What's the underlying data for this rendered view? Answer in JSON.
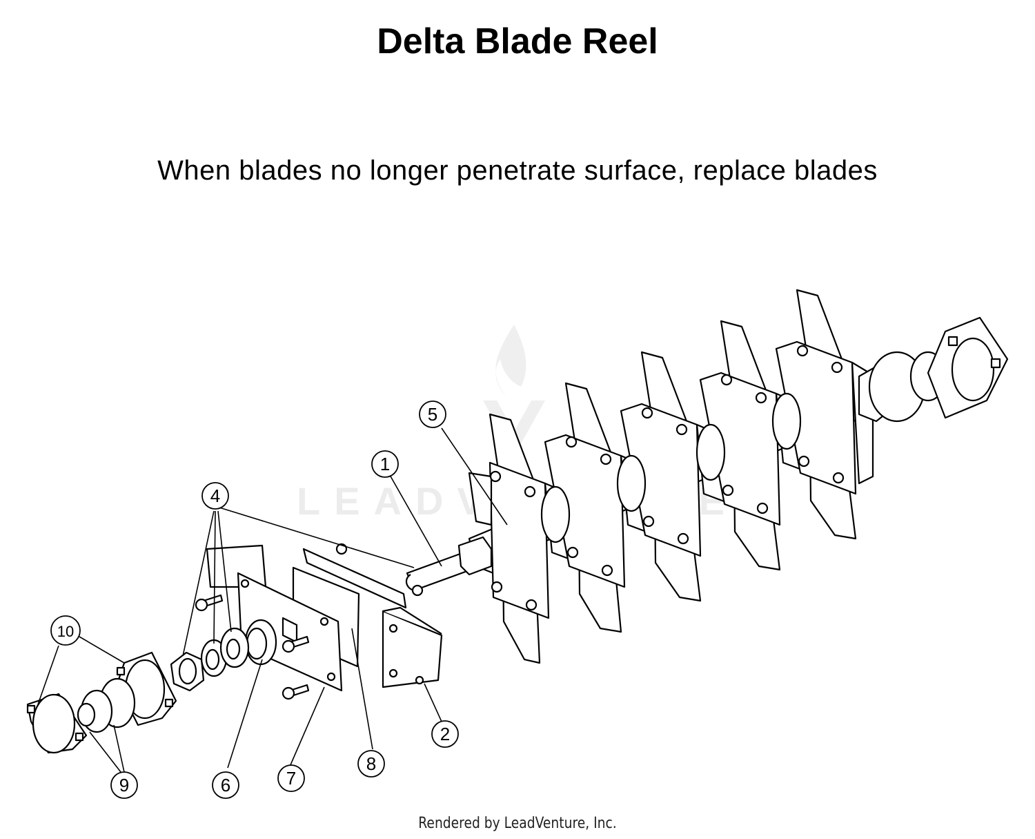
{
  "title": "Delta Blade Reel",
  "note": "When blades no longer penetrate surface, replace blades",
  "footer": "Rendered by LeadVenture, Inc.",
  "watermark": "LEADVENTURE",
  "callouts": [
    "1",
    "2",
    "4",
    "5",
    "6",
    "7",
    "8",
    "9",
    "10"
  ]
}
